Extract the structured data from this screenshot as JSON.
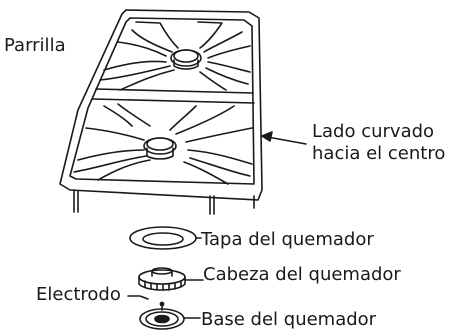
{
  "labels": {
    "grate": "Parrilla",
    "curved_side_line1": "Lado curvado",
    "curved_side_line2": "hacia el centro",
    "burner_cap": "Tapa del quemador",
    "burner_head": "Cabeza del quemador",
    "electrode": "Electrodo",
    "burner_base": "Base del quemador"
  },
  "colors": {
    "line": "#1a1a1a",
    "background": "#ffffff"
  }
}
